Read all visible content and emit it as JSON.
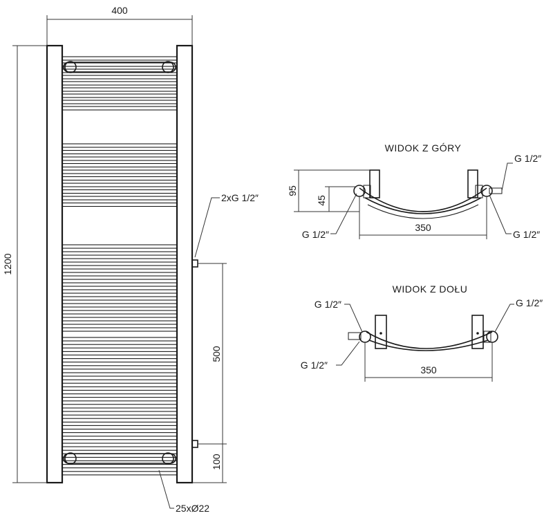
{
  "front_view": {
    "width_label": "400",
    "height_label": "1200",
    "connection_label": "2xG 1/2″",
    "spacing_label": "500",
    "bottom_offset_label": "100",
    "tubes_label": "25xØ22"
  },
  "top_view": {
    "title": "WIDOK Z GÓRY",
    "depth_label": "95",
    "axis_label": "45",
    "spacing_label": "350",
    "left_connection": "G 1/2″",
    "right_top_connection": "G 1/2″",
    "right_bottom_connection": "G 1/2″"
  },
  "bottom_view": {
    "title": "WIDOK Z DOŁU",
    "spacing_label": "350",
    "left_top_connection": "G 1/2″",
    "left_bottom_connection": "G 1/2″",
    "right_connection": "G 1/2″"
  }
}
